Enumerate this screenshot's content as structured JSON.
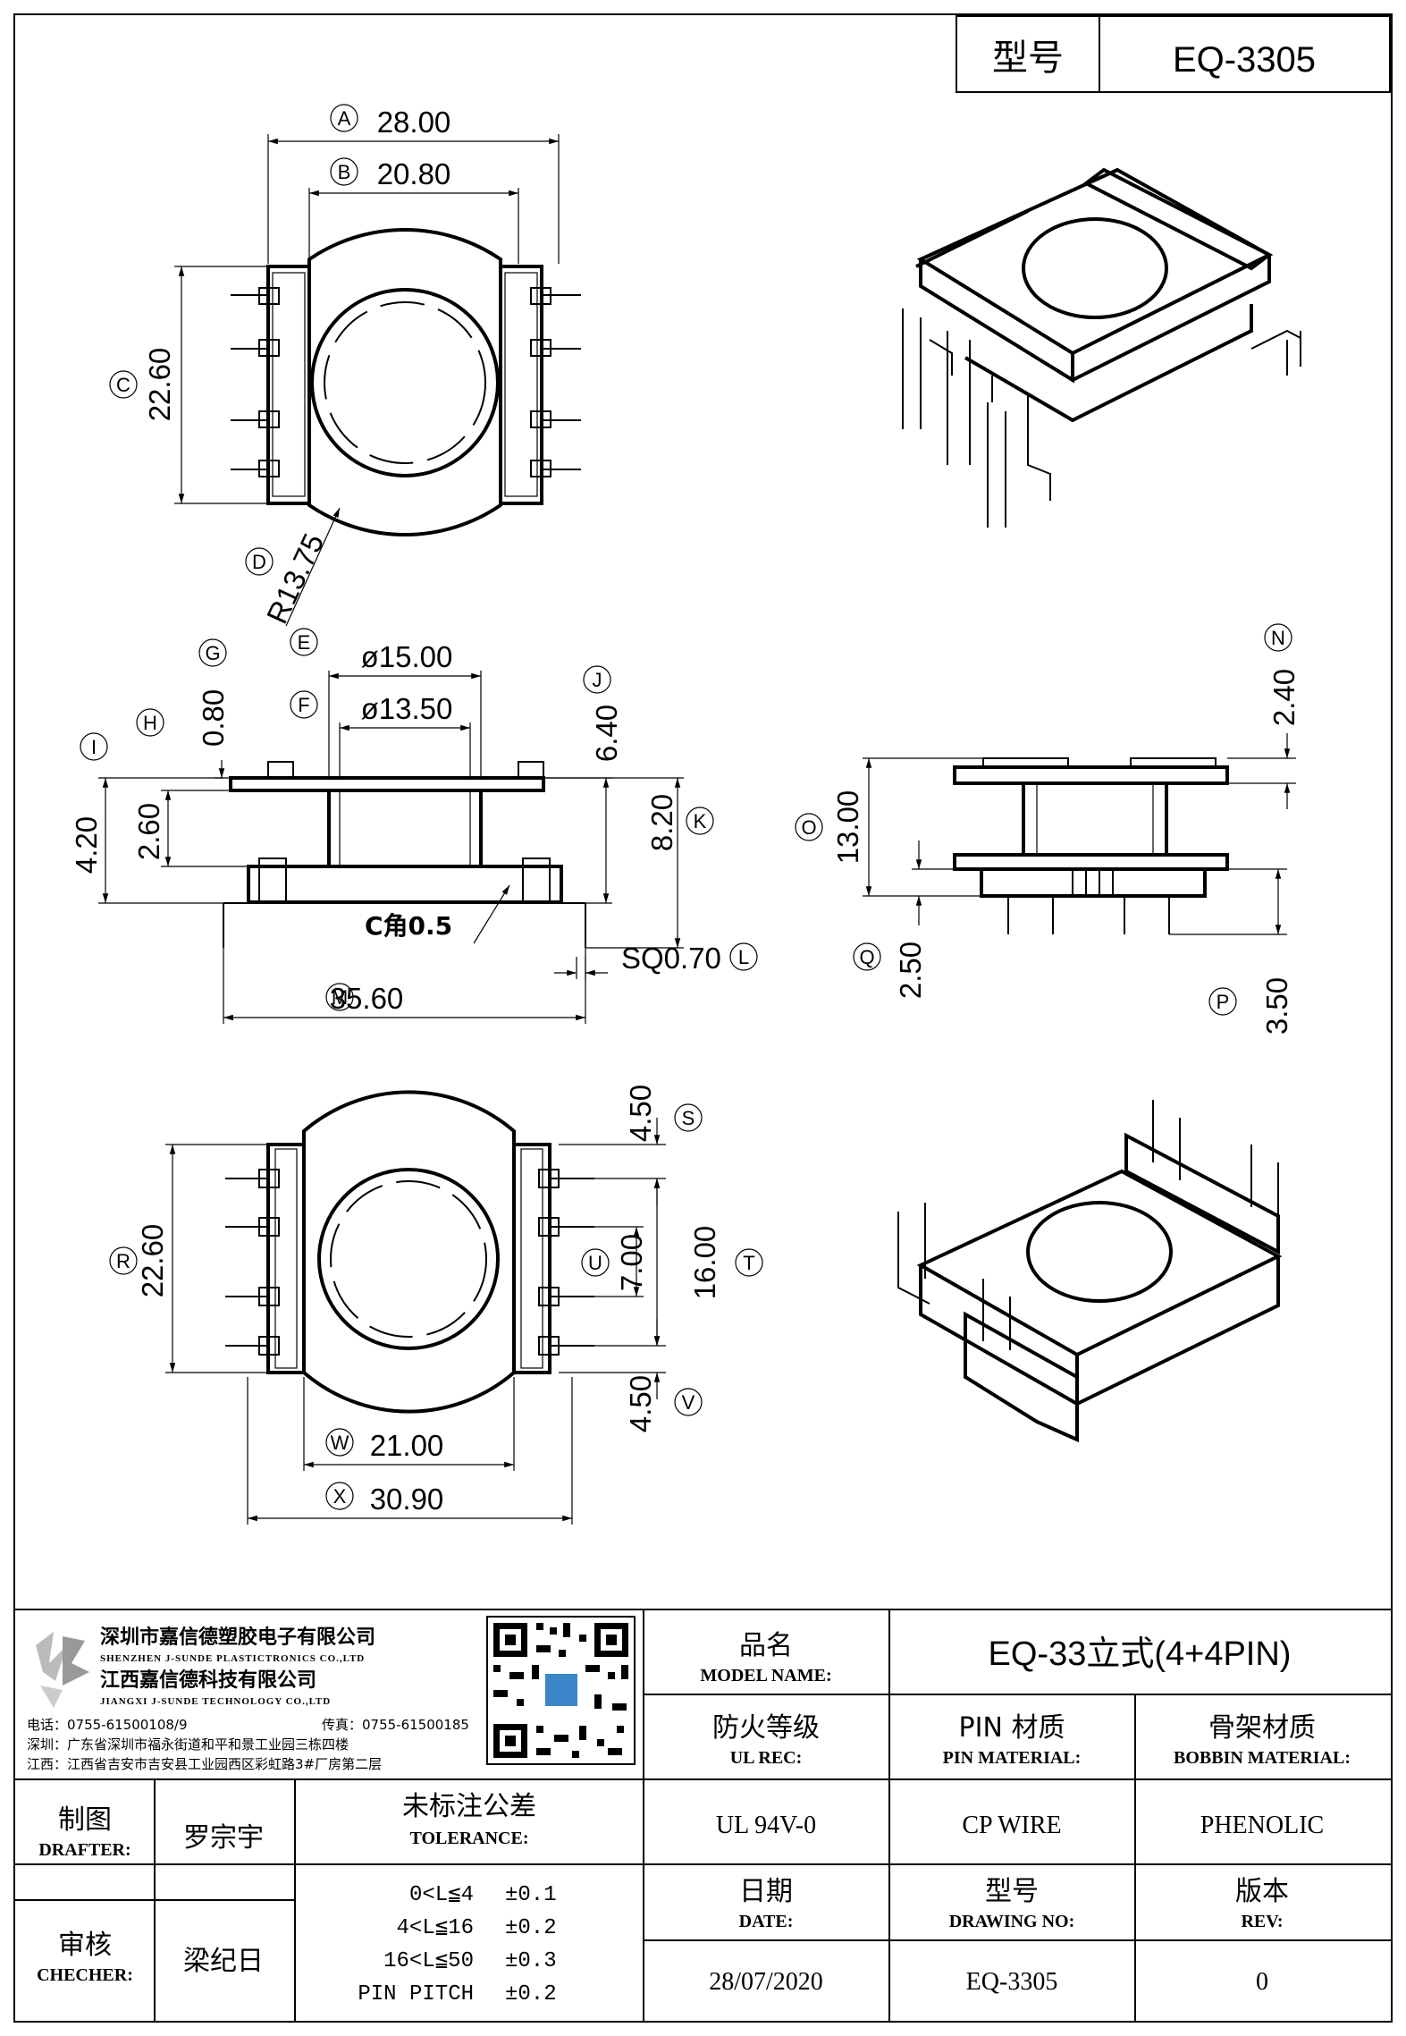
{
  "header": {
    "type_label": "型号",
    "type_value": "EQ-3305"
  },
  "dimensions": {
    "A": "28.00",
    "B": "20.80",
    "C": "22.60",
    "D": "R13.75",
    "E": "ø15.00",
    "F": "ø13.50",
    "G": "0.80",
    "H": "2.60",
    "I": "4.20",
    "J": "6.40",
    "K": "8.20",
    "L": "SQ0.70",
    "M": "35.60",
    "N": "2.40",
    "O": "13.00",
    "P": "3.50",
    "Q": "2.50",
    "R": "22.60",
    "S": "4.50",
    "T": "16.00",
    "U": "7.00",
    "V": "4.50",
    "W": "21.00",
    "X": "30.90"
  },
  "callouts": {
    "A": "A",
    "B": "B",
    "C": "C",
    "D": "D",
    "E": "E",
    "F": "F",
    "G": "G",
    "H": "H",
    "I": "I",
    "J": "J",
    "K": "K",
    "L": "L",
    "M": "M",
    "N": "N",
    "O": "O",
    "P": "P",
    "Q": "Q",
    "R": "R",
    "S": "S",
    "T": "T",
    "U": "U",
    "V": "V",
    "W": "W",
    "X": "X"
  },
  "chamfer_note": "C角0.5",
  "company": {
    "name1_cn": "深圳市嘉信德塑胶电子有限公司",
    "name1_en": "SHENZHEN J-SUNDE PLASTICTRONICS CO.,LTD",
    "name2_cn": "江西嘉信德科技有限公司",
    "name2_en": "JIANGXI J-SUNDE TECHNOLOGY CO.,LTD",
    "phone": "电话：0755-61500108/9",
    "fax": "传真：0755-61500185",
    "addr_sz": "深圳：广东省深圳市福永街道和平和景工业园三栋四楼",
    "addr_jx": "江西：江西省吉安市吉安县工业园西区彩虹路3#厂房第二层"
  },
  "title_block": {
    "model_name_cn": "品名",
    "model_name_en": "MODEL NAME:",
    "model_name_value": "EQ-33立式(4+4PIN)",
    "ul_cn": "防火等级",
    "ul_en": "UL REC:",
    "ul_value": "UL 94V-0",
    "pin_cn": "PIN 材质",
    "pin_en": "PIN MATERIAL:",
    "pin_value": "CP WIRE",
    "bobbin_cn": "骨架材质",
    "bobbin_en": "BOBBIN MATERIAL:",
    "bobbin_value": "PHENOLIC",
    "drafter_cn": "制图",
    "drafter_en": "DRAFTER:",
    "drafter_value": "罗宗宇",
    "checker_cn": "审核",
    "checker_en": "CHECHER:",
    "checker_value": "梁纪日",
    "tolerance_cn": "未标注公差",
    "tolerance_en": "TOLERANCE:",
    "tolerances": [
      {
        "range": "0<L≦4",
        "value": "±0.1"
      },
      {
        "range": "4<L≦16",
        "value": "±0.2"
      },
      {
        "range": "16<L≦50",
        "value": "±0.3"
      },
      {
        "range": "PIN PITCH",
        "value": "±0.2"
      }
    ],
    "date_cn": "日期",
    "date_en": "DATE:",
    "date_value": "28/07/2020",
    "drawing_cn": "型号",
    "drawing_en": "DRAWING NO:",
    "drawing_value": "EQ-3305",
    "rev_cn": "版本",
    "rev_en": "REV:",
    "rev_value": "0"
  }
}
